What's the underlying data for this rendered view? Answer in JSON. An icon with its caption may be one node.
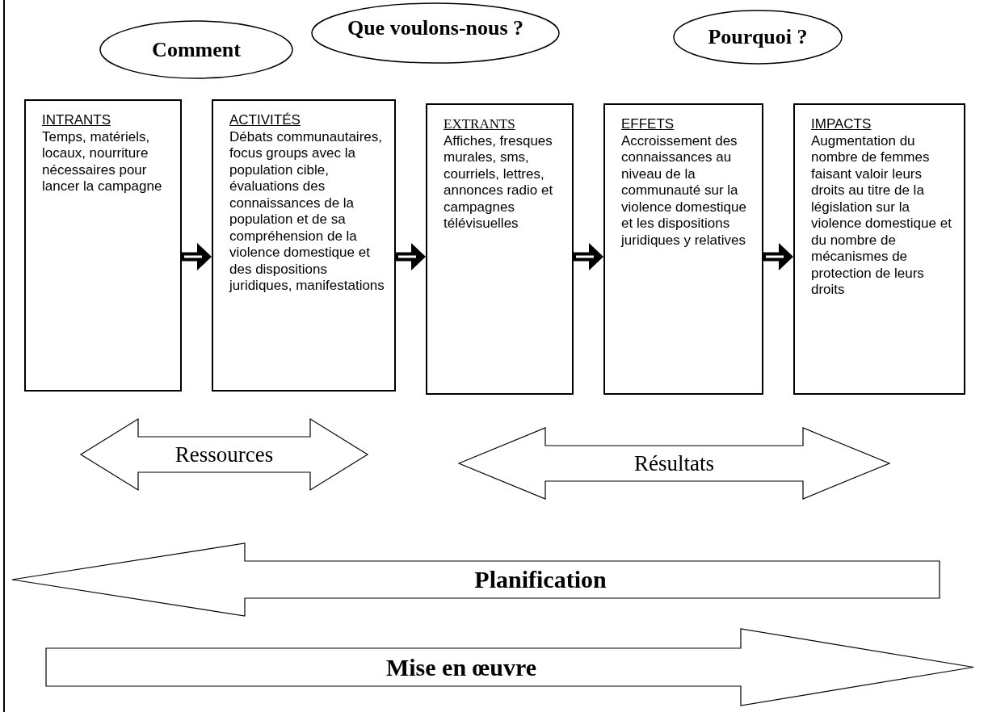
{
  "diagram": {
    "nodes": [
      {
        "text": [
          "Comment"
        ]
      },
      {
        "text": [
          "Que voulons-nous ?"
        ]
      },
      {
        "text": [
          "Pourquoi ?"
        ]
      },
      {
        "text": [
          "INTRANTS",
          "Temps, matériels, locaux, nourriture nécessaires pour lancer la campagne"
        ]
      },
      {
        "text": [
          "ACTIVITÉS",
          "Débats communautaires, focus groups avec la population cible, évaluations des connaissances de la population et de sa compréhension de la violence domestique et des dispositions juridiques, manifestations"
        ]
      },
      {
        "text": [
          "EXTRANTS",
          "Affiches, fresques murales, sms, courriels, lettres, annonces radio et campagnes télévisuelles"
        ]
      },
      {
        "text": [
          "EFFETS",
          "Accroissement des connaissances au niveau de la communauté sur la violence domestique et les dispositions juridiques y relatives"
        ]
      },
      {
        "text": [
          "IMPACTS",
          "Augmentation du nombre de femmes faisant valoir leurs droits au titre de la législation sur la violence domestique et du nombre de mécanismes de protection de leurs droits"
        ]
      },
      {
        "text": [
          "Ressources"
        ]
      },
      {
        "text": [
          "Résultats"
        ]
      },
      {
        "text": [
          "Planification"
        ]
      },
      {
        "text": [
          "Mise en œuvre"
        ]
      }
    ],
    "edges": [
      {
        "from": 3,
        "to": 4,
        "arrow": "to"
      },
      {
        "from": 4,
        "to": 5,
        "arrow": "to"
      },
      {
        "from": 5,
        "to": 6,
        "arrow": "to"
      },
      {
        "from": 6,
        "to": 7,
        "arrow": "to"
      }
    ]
  }
}
